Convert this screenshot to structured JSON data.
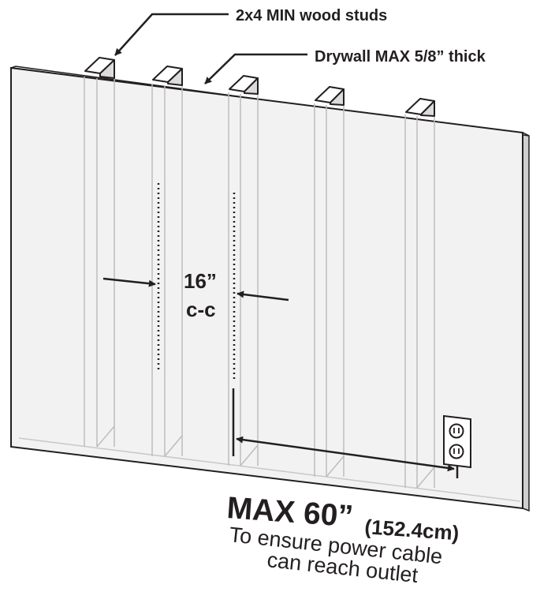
{
  "callouts": {
    "studs": "2x4 MIN wood studs",
    "drywall": "Drywall MAX 5/8” thick"
  },
  "spacing": {
    "value": "16”",
    "unit": "c-c"
  },
  "distance": {
    "max": "MAX 60”",
    "metric": "(152.4cm)",
    "note_line1": "To ensure power cable",
    "note_line2": "can reach outlet"
  },
  "icons": {
    "outlet": "duplex-outlet-icon"
  },
  "colors": {
    "ink": "#231f20",
    "panel": "#f2f2f2",
    "edge": "#cfcfcf",
    "stud": "#bdbdbd"
  }
}
